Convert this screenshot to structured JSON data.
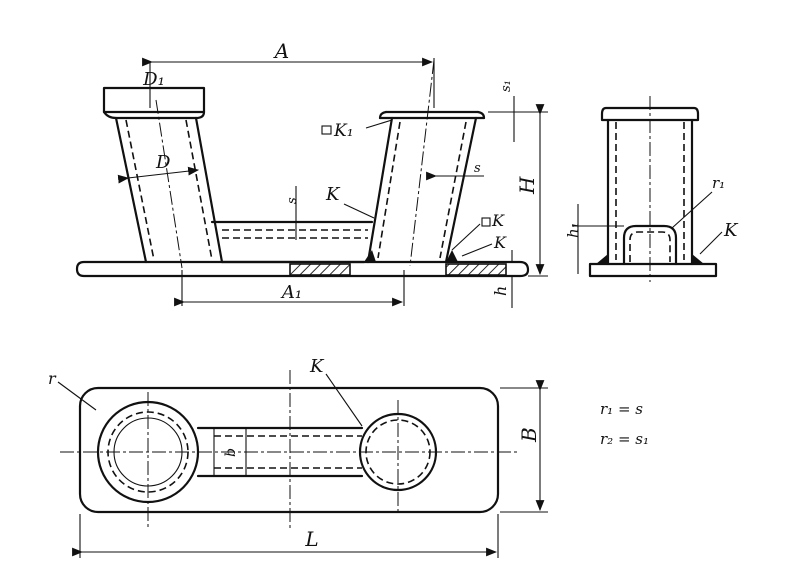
{
  "labels": {
    "A": "A",
    "A1": "A₁",
    "D1": "D₁",
    "D": "D",
    "s1": "s₁",
    "s_side": "s",
    "s_plate": "s",
    "K1": "K₁",
    "K_side": "K",
    "K_box_right": "K",
    "K_right": "K",
    "K_right_view": "K",
    "K_bottom": "K",
    "H": "H",
    "h": "h",
    "h1": "h₁",
    "r1_tag": "r₁",
    "r_tag": "r",
    "b": "b",
    "B": "B",
    "L": "L",
    "note_r1": "r₁ = s",
    "note_r2": "r₂ = s₁"
  }
}
